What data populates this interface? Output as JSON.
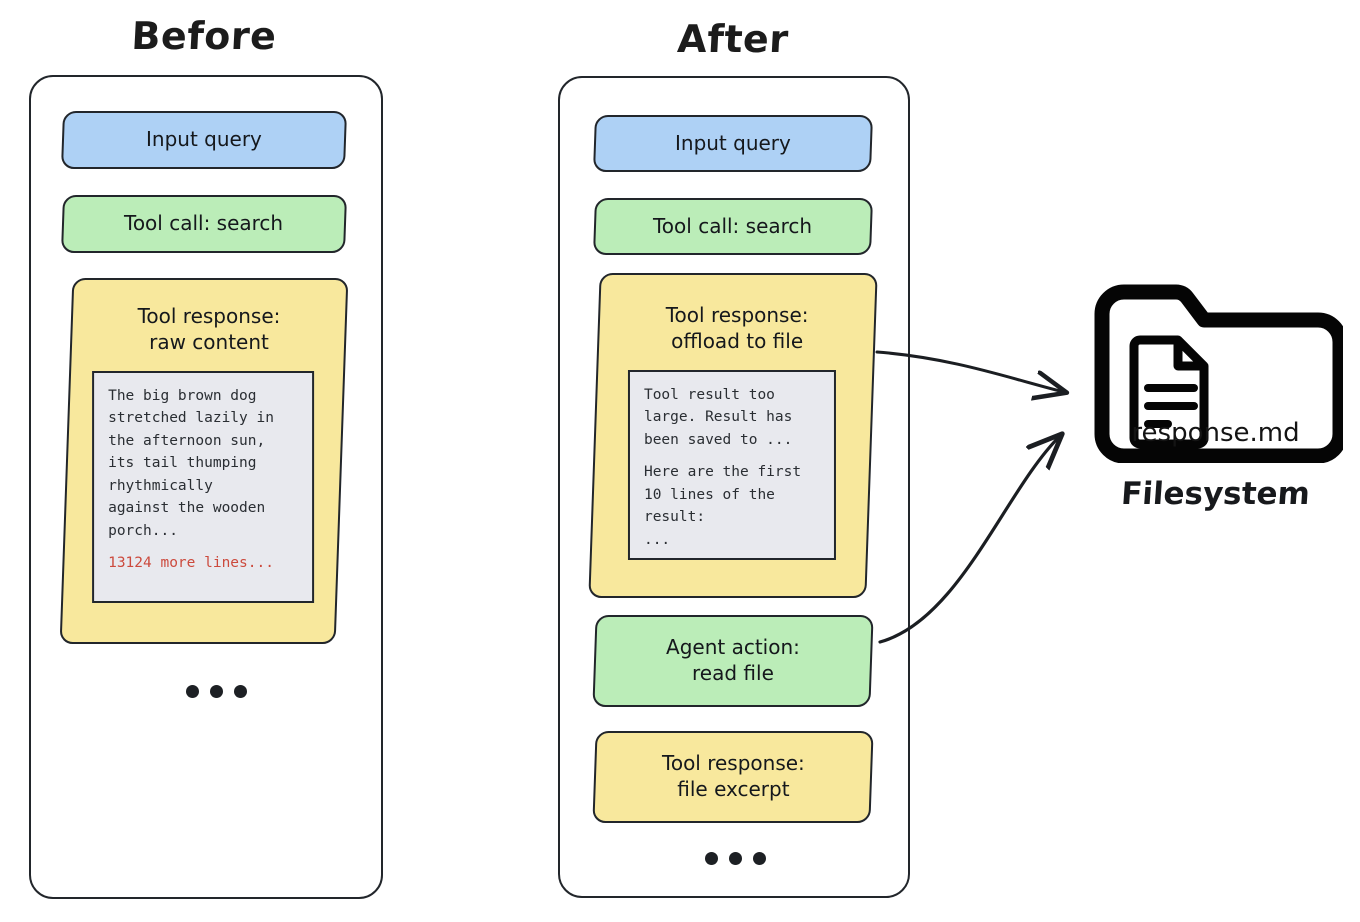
{
  "columns": {
    "before": {
      "title": "Before",
      "blocks": [
        {
          "label": "Input query",
          "kind": "blue"
        },
        {
          "label": "Tool call: search",
          "kind": "green"
        },
        {
          "label": "Tool response:\nraw content",
          "kind": "yellow",
          "console": {
            "body": "The big brown dog\nstretched lazily in\nthe afternoon sun,\nits tail thumping\nrhythmically\nagainst the wooden\nporch...",
            "warning": "13124 more lines..."
          }
        }
      ],
      "ellipsis": "•••"
    },
    "after": {
      "title": "After",
      "blocks": [
        {
          "label": "Input query",
          "kind": "blue"
        },
        {
          "label": "Tool call: search",
          "kind": "green"
        },
        {
          "label": "Tool response:\noffload to file",
          "kind": "yellow",
          "console": {
            "body": "Tool result too\nlarge. Result has\nbeen saved to ...",
            "body2": "Here are the first\n10 lines of the\nresult:\n..."
          }
        },
        {
          "label": "Agent action:\nread file",
          "kind": "green"
        },
        {
          "label": "Tool response:\nfile excerpt",
          "kind": "yellow"
        }
      ],
      "ellipsis": "•••"
    }
  },
  "filesystem": {
    "icon_name": "folder-with-document-icon",
    "filename": "response.md",
    "caption": "Filesystem"
  },
  "arrows": [
    {
      "name": "arrow-offload-to-filesystem",
      "from": "tool-response-offload-to-file",
      "to": "filesystem"
    },
    {
      "name": "arrow-read-file-from-filesystem",
      "from": "agent-action-read-file",
      "to": "filesystem"
    }
  ],
  "colors": {
    "blue": "#aed1f5",
    "green": "#bbedb8",
    "yellow": "#f8e89d",
    "console_bg": "#e8e9ee",
    "warning_text": "#cc4a3d",
    "stroke": "#22262b",
    "background": "#ffffff"
  }
}
